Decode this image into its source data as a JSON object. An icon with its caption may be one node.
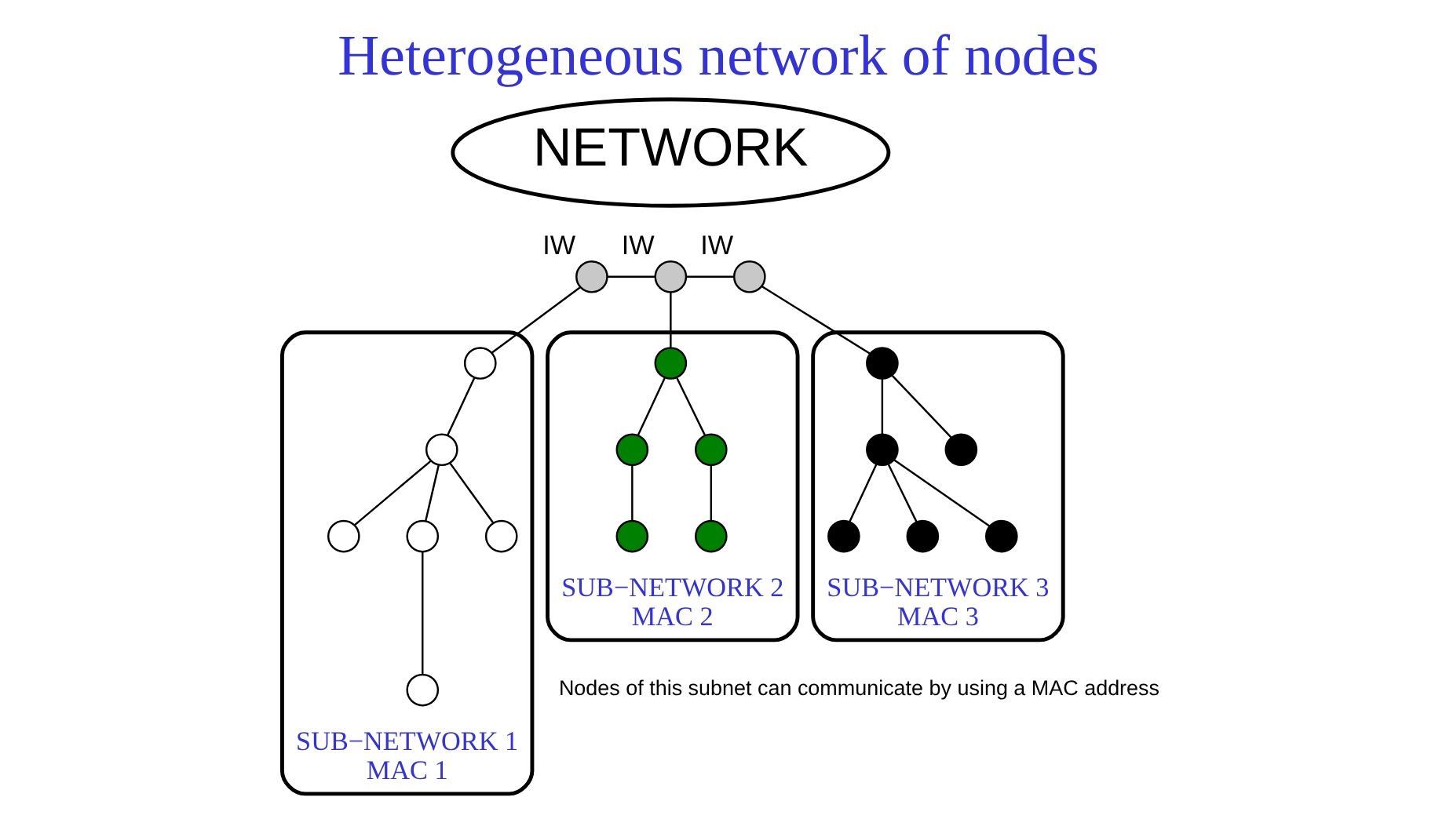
{
  "diagram": {
    "title": "Heterogeneous network of nodes",
    "nodes": [
      {
        "text": [
          "NETWORK"
        ]
      },
      {
        "text": [
          "SUB−NETWORK 1",
          "MAC 1"
        ],
        "beside": [
          "Nodes of this subnet can communicate by using a MAC address"
        ]
      },
      {
        "text": [],
        "shape": "circle",
        "in": 1
      },
      {
        "text": [],
        "shape": "circle",
        "in": 1
      },
      {
        "text": [],
        "shape": "circle",
        "in": 1
      },
      {
        "text": [],
        "shape": "circle",
        "in": 1
      },
      {
        "text": [],
        "shape": "circle",
        "in": 1
      },
      {
        "text": [],
        "shape": "circle",
        "in": 1
      },
      {
        "text": [
          "SUB−NETWORK 2",
          "MAC 2"
        ]
      },
      {
        "text": [],
        "shape": "circle",
        "in": 8
      },
      {
        "text": [],
        "shape": "circle",
        "in": 8
      },
      {
        "text": [],
        "shape": "circle",
        "in": 8
      },
      {
        "text": [],
        "shape": "circle",
        "in": 8
      },
      {
        "text": [],
        "shape": "circle",
        "in": 8
      },
      {
        "text": [
          "SUB−NETWORK 3",
          "MAC 3"
        ]
      },
      {
        "text": [],
        "shape": "circle",
        "in": 14
      },
      {
        "text": [],
        "shape": "circle",
        "in": 14
      },
      {
        "text": [],
        "shape": "circle",
        "in": 14
      },
      {
        "text": [],
        "shape": "circle",
        "in": 14
      },
      {
        "text": [],
        "shape": "circle",
        "in": 14
      },
      {
        "text": [],
        "shape": "circle",
        "in": 14
      },
      {
        "text": [],
        "shape": "circle",
        "beside": [
          "IW"
        ]
      },
      {
        "text": [],
        "shape": "circle",
        "beside": [
          "IW"
        ]
      },
      {
        "text": [],
        "shape": "circle",
        "beside": [
          "IW"
        ]
      }
    ],
    "edges": [
      {
        "from": 21,
        "to": 22,
        "arrow": "none"
      },
      {
        "from": 22,
        "to": 23,
        "arrow": "none"
      },
      {
        "from": 21,
        "to": 2,
        "arrow": "none"
      },
      {
        "from": 2,
        "to": 4,
        "arrow": "none"
      },
      {
        "from": 4,
        "to": 5,
        "arrow": "none"
      },
      {
        "from": 4,
        "to": 6,
        "arrow": "none"
      },
      {
        "from": 6,
        "to": 3,
        "arrow": "none"
      },
      {
        "from": 4,
        "to": 7,
        "arrow": "none"
      },
      {
        "from": 22,
        "to": 9,
        "arrow": "none"
      },
      {
        "from": 9,
        "to": 10,
        "arrow": "none"
      },
      {
        "from": 9,
        "to": 11,
        "arrow": "none"
      },
      {
        "from": 11,
        "to": 12,
        "arrow": "none"
      },
      {
        "from": 10,
        "to": 13,
        "arrow": "none"
      },
      {
        "from": 23,
        "to": 16,
        "arrow": "none"
      },
      {
        "from": 16,
        "to": 17,
        "arrow": "none"
      },
      {
        "from": 17,
        "to": 15,
        "arrow": "none"
      },
      {
        "from": 16,
        "to": 18,
        "arrow": "none"
      },
      {
        "from": 17,
        "to": 19,
        "arrow": "none"
      },
      {
        "from": 17,
        "to": 20,
        "arrow": "none"
      }
    ]
  }
}
